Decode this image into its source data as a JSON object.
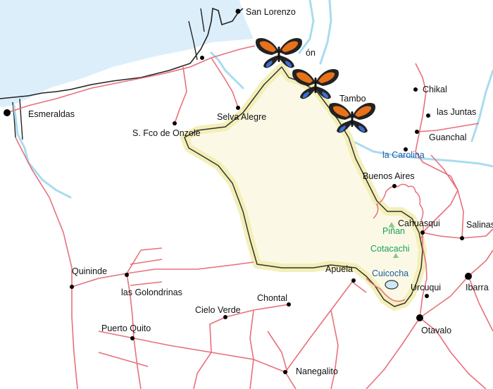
{
  "map": {
    "colors": {
      "sea": "#dceefa",
      "river": "#a9dcef",
      "road": "#e8707a",
      "boundary": "#e8707a",
      "reserve_outline": "#333333",
      "reserve_fill": "#f6f3c8",
      "town": "#000000",
      "river_label": "#1f5aa6",
      "peak_label": "#1aa05a"
    },
    "towns": [
      {
        "id": "san-lorenzo",
        "label": "San Lorenzo"
      },
      {
        "id": "esmeraldas",
        "label": "Esmeraldas"
      },
      {
        "id": "selva-alegre",
        "label": "Selva Alegre"
      },
      {
        "id": "s-fco-de-onzole",
        "label": "S. Fco de Onzole"
      },
      {
        "id": "chikal",
        "label": "Chikal"
      },
      {
        "id": "las-juntas",
        "label": "las Juntas"
      },
      {
        "id": "guanchal",
        "label": "Guanchal"
      },
      {
        "id": "buenos-aires",
        "label": "Buenos Aires"
      },
      {
        "id": "cahuasqui",
        "label": "Cahuasqui"
      },
      {
        "id": "salinas",
        "label": "Salinas"
      },
      {
        "id": "quininde",
        "label": "Quininde"
      },
      {
        "id": "las-golondrinas",
        "label": "las Golondrinas"
      },
      {
        "id": "apuela",
        "label": "Apuela"
      },
      {
        "id": "urcuqui",
        "label": "Urcuqui"
      },
      {
        "id": "ibarra",
        "label": "Ibarra"
      },
      {
        "id": "chontal",
        "label": "Chontal"
      },
      {
        "id": "cielo-verde",
        "label": "Cielo Verde"
      },
      {
        "id": "puerto-quito",
        "label": "Puerto Quito"
      },
      {
        "id": "otavalo",
        "label": "Otavalo"
      },
      {
        "id": "nanegalito",
        "label": "Nanegalito"
      },
      {
        "id": "tambo",
        "label": "Tambo"
      },
      {
        "id": "on",
        "label": "ón"
      }
    ],
    "rivers": [
      {
        "id": "la-carolina",
        "label": "la Carolina"
      }
    ],
    "peaks": [
      {
        "id": "pinan",
        "label": "Piñan"
      },
      {
        "id": "cotacachi",
        "label": "Cotacachi"
      }
    ],
    "lakes": [
      {
        "id": "cuicocha",
        "label": "Cuicocha"
      }
    ],
    "markers": [
      {
        "id": "butterfly-1",
        "icon": "butterfly-icon"
      },
      {
        "id": "butterfly-2",
        "icon": "butterfly-icon"
      },
      {
        "id": "butterfly-3",
        "icon": "butterfly-icon"
      }
    ]
  }
}
